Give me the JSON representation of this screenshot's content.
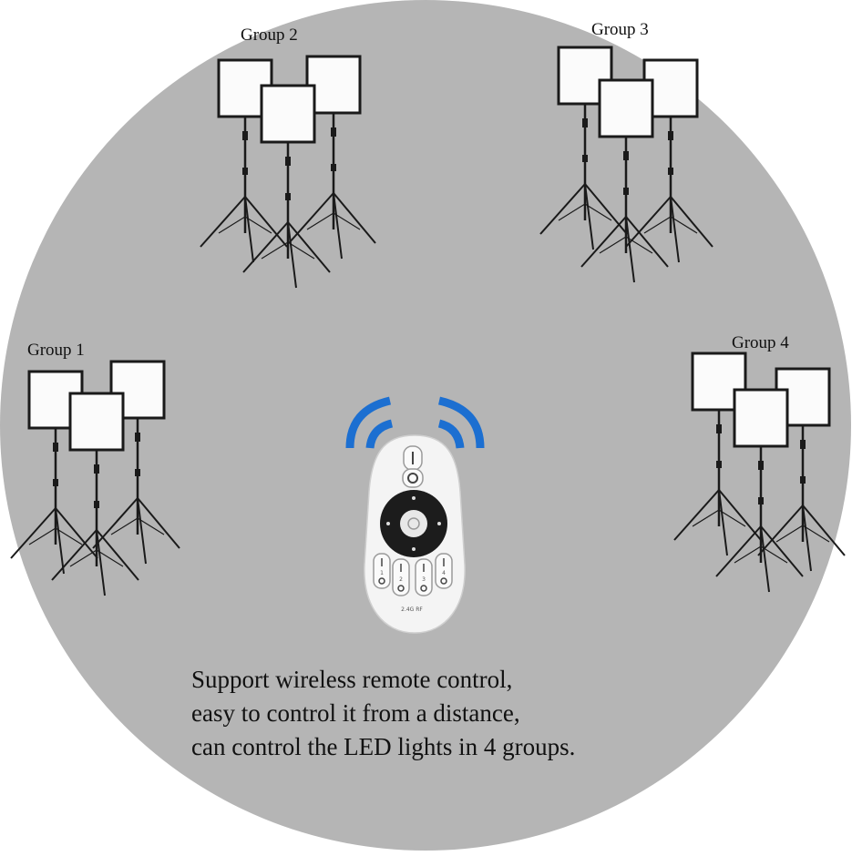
{
  "groups": [
    {
      "label": "Group 1"
    },
    {
      "label": "Group 2"
    },
    {
      "label": "Group 3"
    },
    {
      "label": "Group 4"
    }
  ],
  "remote": {
    "brand_text": "2.4G RF",
    "zone_numbers": [
      "1",
      "2",
      "3",
      "4"
    ]
  },
  "caption": {
    "line1": "Support wireless remote control,",
    "line2": "easy to control it from a distance,",
    "line3": "can control the LED lights in 4 groups."
  },
  "colors": {
    "background_circle": "#b5b5b5",
    "signal_waves": "#1c6fd1",
    "panel_face": "#fbfbfb",
    "stand": "#1a1a1a",
    "remote_body": "#f4f4f4"
  }
}
